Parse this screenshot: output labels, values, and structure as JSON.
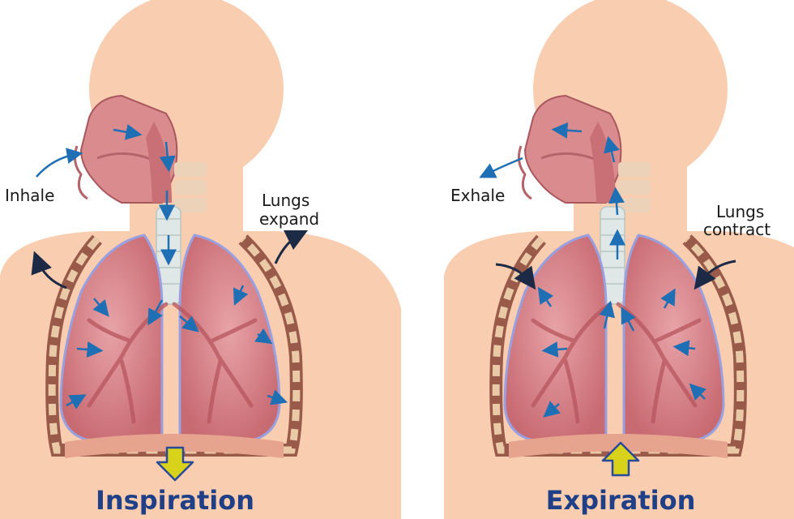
{
  "panels": [
    {
      "title": "Inspiration",
      "breath_label": "Inhale",
      "lungs_label_line1": "Lungs",
      "lungs_label_line2": "expand",
      "diaphragm_arrow": "down-arrow"
    },
    {
      "title": "Expiration",
      "breath_label": "Exhale",
      "lungs_label_line1": "Lungs",
      "lungs_label_line2": "contract",
      "diaphragm_arrow": "up-arrow"
    }
  ],
  "colors": {
    "skin": "#f9cdb0",
    "lung": "#d9858a",
    "lung_dark": "#b8555d",
    "lung_outline": "#9a9fe0",
    "rib": "#e9c9a6",
    "trachea": "#dfe8e6",
    "airflow_arrow": "#1f6fb5",
    "motion_arrow": "#1d2a45",
    "diaphragm_arrow_fill": "#d8d21a",
    "diaphragm_arrow_stroke": "#2a4a9a",
    "title": "#1f3f86"
  }
}
